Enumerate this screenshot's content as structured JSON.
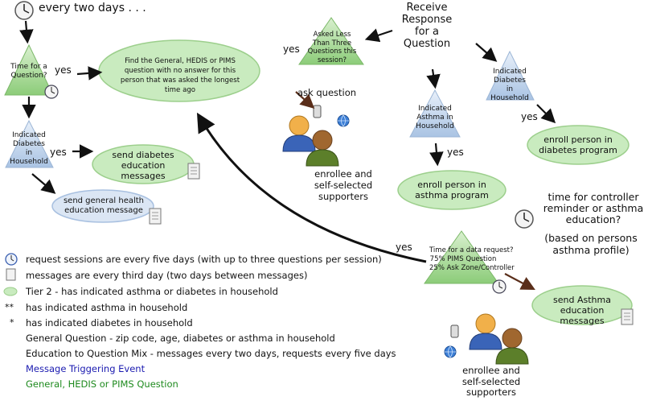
{
  "top_left_label": "every two days . . .",
  "time_question": "Time for a Question?",
  "yes": "yes",
  "find_question": "Find the General, HEDIS or PIMS question with no answer for this person that was asked the longest time ago",
  "indicated_diabetes": "Indicated Diabetes in Household",
  "send_diabetes": "send diabetes education messages",
  "send_general": "send general health education message",
  "receive_response": "Receive Response for a Question",
  "asked_less": "Asked Less Than Three Questions this session?",
  "ask_question": "ask question",
  "enrollee_supporters": "enrollee and self-selected supporters",
  "indicated_asthma": "Indicated Asthma in Household",
  "enroll_asthma": "enroll person in asthma program",
  "enroll_diabetes": "enroll person in diabetes program",
  "controller_reminder": "time for controller reminder or asthma education?",
  "based_on": "(based on persons asthma profile)",
  "data_request": {
    "line1": "Time for a data request?",
    "line2": "75% PIMS Question",
    "line3": "25% Ask Zone/Controller"
  },
  "send_asthma": "send Asthma education messages",
  "legend": {
    "sessions": "request sessions are every five days (with up to three questions per session)",
    "messages": "messages are every third day (two days between messages)",
    "tier2": "Tier 2 - has indicated asthma or diabetes in household",
    "dstar_sym": "**",
    "dstar": "has indicated asthma in household",
    "star_sym": "*",
    "star": "has indicated diabetes in household",
    "general": "General Question - zip code, age, diabetes or asthma in household",
    "mix": "Education to Question Mix - messages every two days, requests every five days",
    "event": "Message Triggering Event",
    "gen_hedis": "General, HEDIS or PIMS Question"
  },
  "colors": {
    "triangle_green": "#a8d89a",
    "triangle_blue": "#c6d8ee",
    "ellipse_green": "#c9ebbf",
    "ellipse_blue": "#dbe6f4",
    "arrow": "#111111",
    "brown_arrow": "#5a2e1a",
    "legend_blue": "#1a1ab0",
    "legend_green": "#1e8a1e"
  }
}
